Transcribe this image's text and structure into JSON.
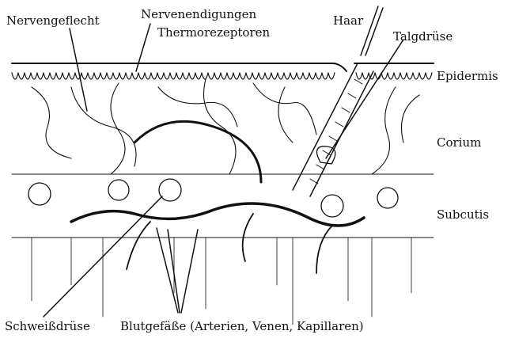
{
  "labels": {
    "nervengeflecht": "Nervengeflecht",
    "nervenendigungen": "Nervenendigungen",
    "thermorezeptoren": "Thermorezeptoren",
    "haar": "Haar",
    "talgdruese": "Talgdrüse",
    "epidermis": "Epidermis",
    "corium": "Corium",
    "subcutis": "Subcutis",
    "schweissdruese": "Schweißdrüse",
    "blutgefaesse": "Blutgefäße (Arterien, Venen, Kapillaren)"
  },
  "colors": {
    "ink": "#111111",
    "paper": "#ffffff"
  }
}
